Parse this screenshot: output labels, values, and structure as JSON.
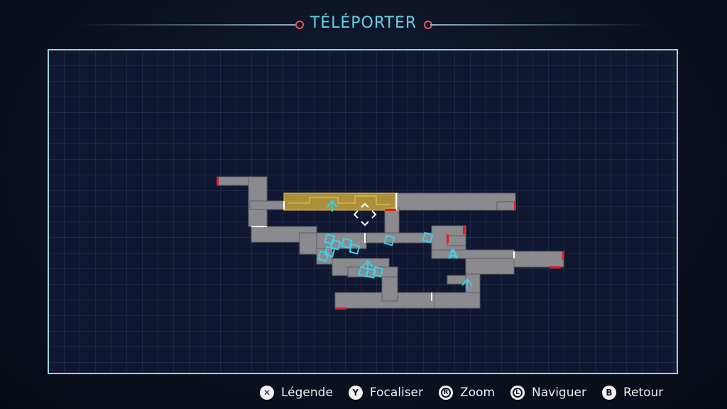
{
  "header": {
    "title": "TÉLÉPORTER"
  },
  "map": {
    "room_color": "#8a8a8f",
    "highlight_color": "#c9a43c",
    "door_color": "#e01a2a",
    "marker_color": "#3fd0e6",
    "frame_color": "#9ad3e0",
    "cursor_icon": "crosshair-cursor-icon",
    "region_marker": "A"
  },
  "controls": [
    {
      "icon": "x-button-icon",
      "glyph": "✕",
      "label": "Légende"
    },
    {
      "icon": "y-button-icon",
      "glyph": "Y",
      "label": "Focaliser"
    },
    {
      "icon": "right-stick-icon",
      "glyph": "R",
      "label": "Zoom"
    },
    {
      "icon": "left-stick-icon",
      "glyph": "L",
      "label": "Naviguer"
    },
    {
      "icon": "b-button-icon",
      "glyph": "B",
      "label": "Retour"
    }
  ]
}
